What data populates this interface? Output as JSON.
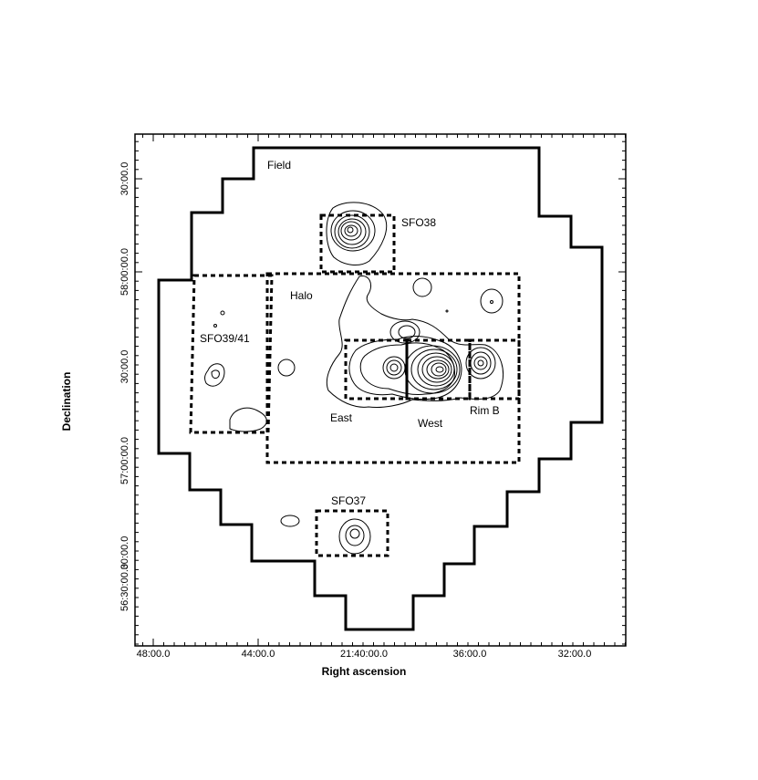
{
  "chart_data": {
    "type": "contour",
    "xlabel": "Right ascension",
    "ylabel": "Declination",
    "x_tick_labels": [
      "48:00.0",
      "44:00.0",
      "21:40:00.0",
      "36:00.0",
      "32:00.0"
    ],
    "y_tick_labels": [
      "30:00.0",
      "58:00:00.0",
      "30:00.0",
      "57:00:00.0",
      "30:00.0",
      "56:30:00.0"
    ],
    "regions": [
      {
        "name": "Field",
        "label": "Field",
        "style": "solid"
      },
      {
        "name": "SFO38",
        "label": "SFO38",
        "style": "dashed"
      },
      {
        "name": "Halo",
        "label": "Halo",
        "style": "dashed"
      },
      {
        "name": "SFO39/41",
        "label": "SFO39/41",
        "style": "dashed"
      },
      {
        "name": "East",
        "label": "East",
        "style": "dashed"
      },
      {
        "name": "West",
        "label": "West",
        "style": "dashed"
      },
      {
        "name": "Rim B",
        "label": "Rim B",
        "style": "dashed"
      },
      {
        "name": "SFO37",
        "label": "SFO37",
        "style": "dashed"
      }
    ],
    "contour_peaks": [
      {
        "region": "SFO38",
        "levels": 8
      },
      {
        "region": "West",
        "levels": 12
      },
      {
        "region": "East",
        "levels": 5
      },
      {
        "region": "Rim B",
        "levels": 5
      },
      {
        "region": "SFO37",
        "levels": 3
      },
      {
        "region": "SFO39/41",
        "levels": 2
      }
    ],
    "grid": false,
    "legend": "none"
  }
}
